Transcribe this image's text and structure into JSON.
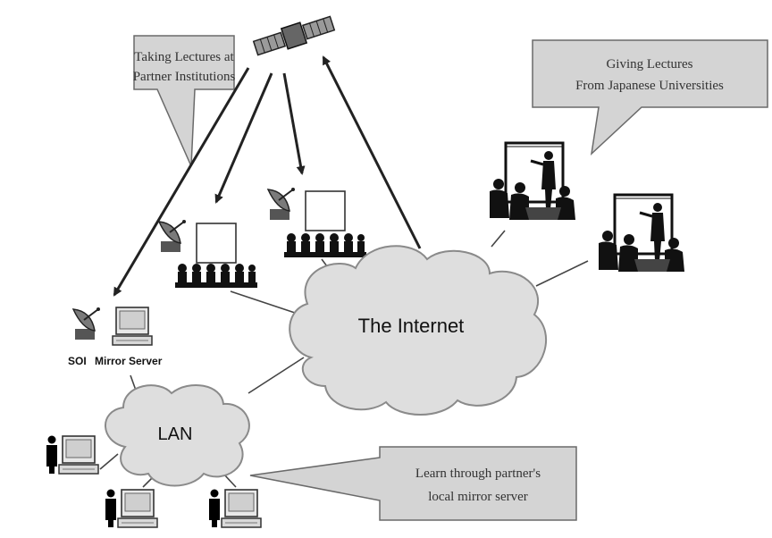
{
  "callouts": {
    "taking_line1": "Taking Lectures at",
    "taking_line2": "Partner Institutions",
    "giving_line1": "Giving Lectures",
    "giving_line2": "From Japanese Universities",
    "learn_line1": "Learn through partner's",
    "learn_line2": "local mirror server"
  },
  "clouds": {
    "internet": "The Internet",
    "lan": "LAN"
  },
  "labels": {
    "soi": "SOI",
    "mirror_server": "Mirror Server"
  },
  "icons": {
    "satellite": "satellite-icon",
    "dish": "satellite-dish-icon",
    "computer": "desktop-computer-icon",
    "user": "user-at-computer-icon",
    "classroom": "classroom-screen-icon",
    "lecture": "lecture-scene-icon"
  }
}
